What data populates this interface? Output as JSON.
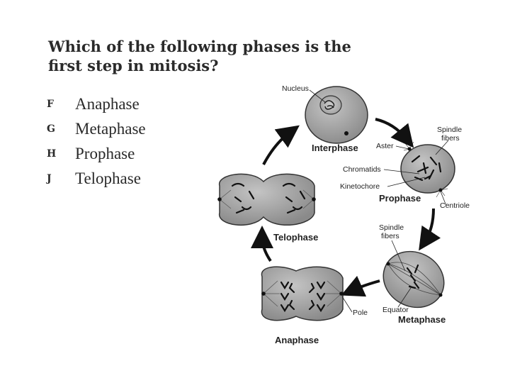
{
  "question": {
    "line1": "Which of the following phases is the",
    "line2": "first step in mitosis?"
  },
  "choices": [
    {
      "letter": "F",
      "text": "Anaphase"
    },
    {
      "letter": "G",
      "text": "Metaphase"
    },
    {
      "letter": "H",
      "text": "Prophase"
    },
    {
      "letter": "J",
      "text": "Telophase"
    }
  ],
  "diagram": {
    "phases": {
      "interphase": "Interphase",
      "prophase": "Prophase",
      "metaphase": "Metaphase",
      "anaphase": "Anaphase",
      "telophase": "Telophase"
    },
    "labels": {
      "nucleus": "Nucleus",
      "aster": "Aster",
      "spindle_fibers_top_1": "Spindle",
      "spindle_fibers_top_2": "fibers",
      "chromatids": "Chromatids",
      "kinetochore": "Kinetochore",
      "centriole": "Centriole",
      "spindle_fibers_mid_1": "Spindle",
      "spindle_fibers_mid_2": "fibers",
      "equator": "Equator",
      "pole": "Pole"
    }
  }
}
